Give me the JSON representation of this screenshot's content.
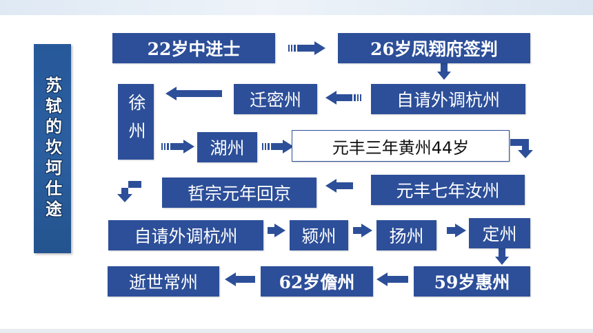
{
  "title": "苏轼的坎坷仕途",
  "colors": {
    "box": "#2d4f99",
    "arrow": "#2d4f99",
    "title_bg": "#27599a"
  },
  "nodes": {
    "n1": "22岁中进士",
    "n2": "26岁凤翔府签判",
    "n3": "自请外调杭州",
    "n4": "迁密州",
    "n5": "徐州",
    "n6": "湖州",
    "n7": "元丰三年黄州44岁",
    "n8": "元丰七年汝州",
    "n9": "哲宗元年回京",
    "n10": "自请外调杭州",
    "n11": "颍州",
    "n12": "扬州",
    "n13": "定州",
    "n14": "59岁惠州",
    "n15": "62岁儋州",
    "n16": "逝世常州"
  }
}
